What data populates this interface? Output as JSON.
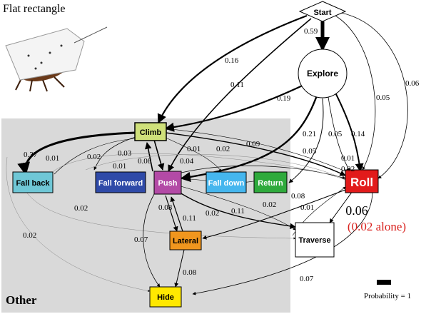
{
  "title": "Flat rectangle",
  "region_label": "Other",
  "nodes": {
    "start": "Start",
    "explore": "Explore",
    "climb": "Climb",
    "fall_back": "Fall back",
    "fall_forward": "Fall forward",
    "push": "Push",
    "fall_down": "Fall down",
    "return": "Return",
    "roll": "Roll",
    "lateral": "Lateral",
    "traverse": "Traverse",
    "hide": "Hide"
  },
  "roll_probability": "0.06",
  "roll_alone": "(0.02 alone)",
  "legend": {
    "label": "Probability = 1"
  },
  "edge_labels": {
    "start_explore": "0.59",
    "start_climb": "0.16",
    "start_push": "0.11",
    "start_roll_a": "0.05",
    "start_roll_b": "0.06",
    "explore_climb": "0.19",
    "explore_push": "0.21",
    "explore_return": "0.05",
    "explore_roll": "0.14",
    "climb_fallback": "0.37",
    "a_001": "0.01",
    "a_002": "0.02",
    "a_003": "0.03",
    "a_001b": "0.01",
    "a_008": "0.08",
    "a_004": "0.04",
    "a_001c": "0.01",
    "a_002b": "0.02",
    "a_009": "0.09",
    "a_005": "0.05",
    "a_001d": "0.01",
    "a_002c": "0.02",
    "push_lateral": "0.08",
    "lateral_push": "0.11",
    "a_002d": "0.02",
    "push_traverse": "0.11",
    "roll_a002": "0.02",
    "roll_008": "0.08",
    "roll_001": "0.01",
    "left_002": "0.02",
    "push_hide": "0.07",
    "lateral_hide": "0.08",
    "roll_hide": "0.07"
  },
  "colors": {
    "climb": "#cfe07a",
    "fall_back": "#6fc7d6",
    "fall_forward": "#2f4aa8",
    "push": "#b34aa6",
    "fall_down": "#45b6ee",
    "return": "#2faa3c",
    "roll": "#e21b1b",
    "lateral": "#f0961e",
    "traverse": "#ffffff",
    "hide": "#ffe800",
    "region": "#d9d9d9",
    "roll_alone": "#d9231f"
  }
}
